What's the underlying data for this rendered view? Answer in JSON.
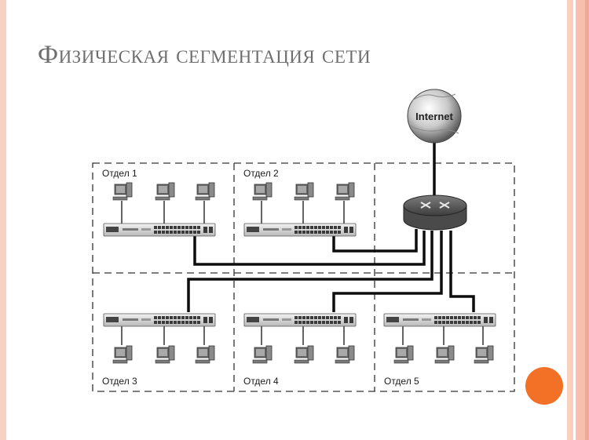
{
  "slide": {
    "title": "Физическая сегментация сети",
    "accent_color": "#f37027"
  },
  "internet": {
    "label": "Internet",
    "icon": "globe-icon"
  },
  "router": {
    "icon": "router-icon"
  },
  "departments": [
    {
      "label": "Отдел 1"
    },
    {
      "label": "Отдел 2"
    },
    {
      "label": "Отдел 3"
    },
    {
      "label": "Отдел 4"
    },
    {
      "label": "Отдел 5"
    }
  ]
}
